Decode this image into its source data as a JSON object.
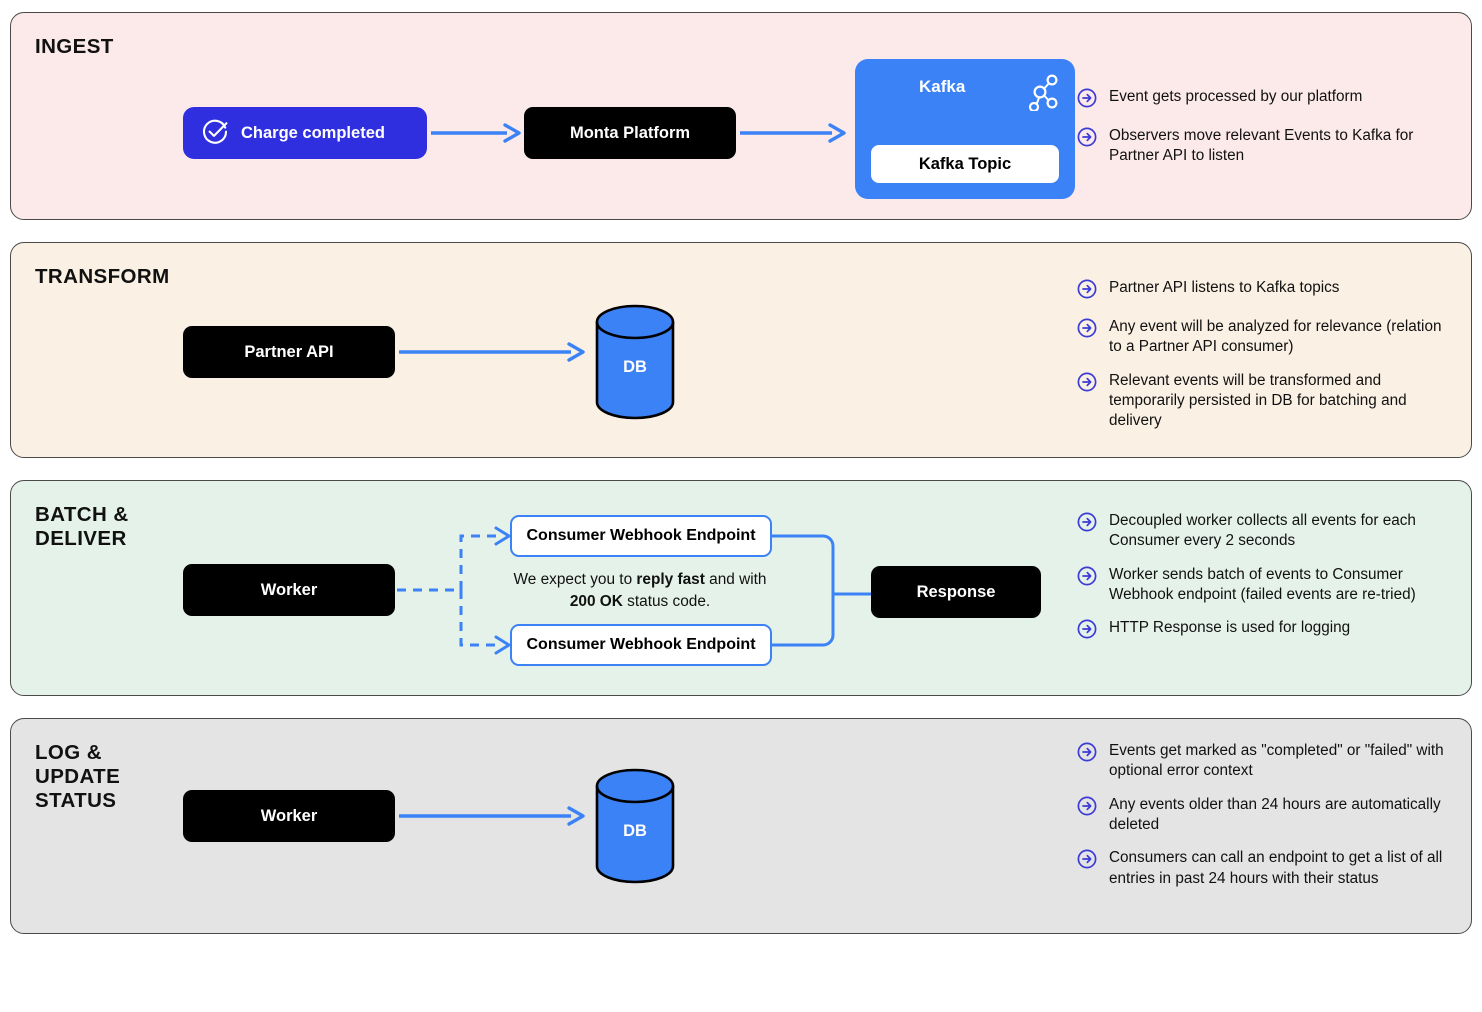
{
  "colors": {
    "indigo": "#2F2FE0",
    "blue": "#3B82F6",
    "bullet_blue": "#3B3BD8",
    "black": "#000000",
    "ingest_bg": "#FCEAEA",
    "transform_bg": "#FAF0E4",
    "batch_bg": "#E5F2EA",
    "log_bg": "#E4E4E4",
    "section_border": "#4A4A4A"
  },
  "sections": [
    {
      "id": "ingest",
      "title": "INGEST",
      "nodes": {
        "charge": {
          "label": "Charge completed",
          "icon": "check-circle-icon"
        },
        "platform": {
          "label": "Monta Platform"
        },
        "kafka": {
          "title": "Kafka",
          "icon": "kafka-nodes-icon",
          "topic": "Kafka Topic"
        }
      },
      "notes": [
        "Event gets processed by our platform",
        "Observers move relevant Events to Kafka for Partner API to listen"
      ]
    },
    {
      "id": "transform",
      "title": "TRANSFORM",
      "nodes": {
        "partner_api": {
          "label": "Partner API"
        },
        "db": {
          "label": "DB"
        }
      },
      "notes": [
        "Partner API listens to Kafka topics",
        "Any event will be analyzed for relevance (relation to a Partner API consumer)",
        "Relevant events will be transformed and temporarily persisted in DB for batching and delivery"
      ]
    },
    {
      "id": "batch",
      "title": "BATCH &\nDELIVER",
      "nodes": {
        "worker": {
          "label": "Worker"
        },
        "webhook_top": {
          "label": "Consumer Webhook Endpoint"
        },
        "webhook_bottom": {
          "label": "Consumer Webhook Endpoint"
        },
        "response": {
          "label": "Response"
        }
      },
      "reply_note": {
        "line1_a": "We expect you to ",
        "line1_b": "reply fast",
        "line1_c": " and",
        "line2_a": "with ",
        "line2_b": "200 OK",
        "line2_c": " status code."
      },
      "notes": [
        "Decoupled worker collects all events for each Consumer every 2 seconds",
        "Worker sends batch of events to Consumer Webhook endpoint (failed events are re-tried)",
        "HTTP Response is used for logging"
      ]
    },
    {
      "id": "log",
      "title": "LOG &\nUPDATE\nSTATUS",
      "nodes": {
        "worker": {
          "label": "Worker"
        },
        "db": {
          "label": "DB"
        }
      },
      "notes": [
        "Events get marked as \"completed\" or \"failed\" with optional error context",
        "Any events older than 24 hours are automatically deleted",
        "Consumers can call an endpoint to get a list of all entries in past 24 hours with their status"
      ]
    }
  ]
}
